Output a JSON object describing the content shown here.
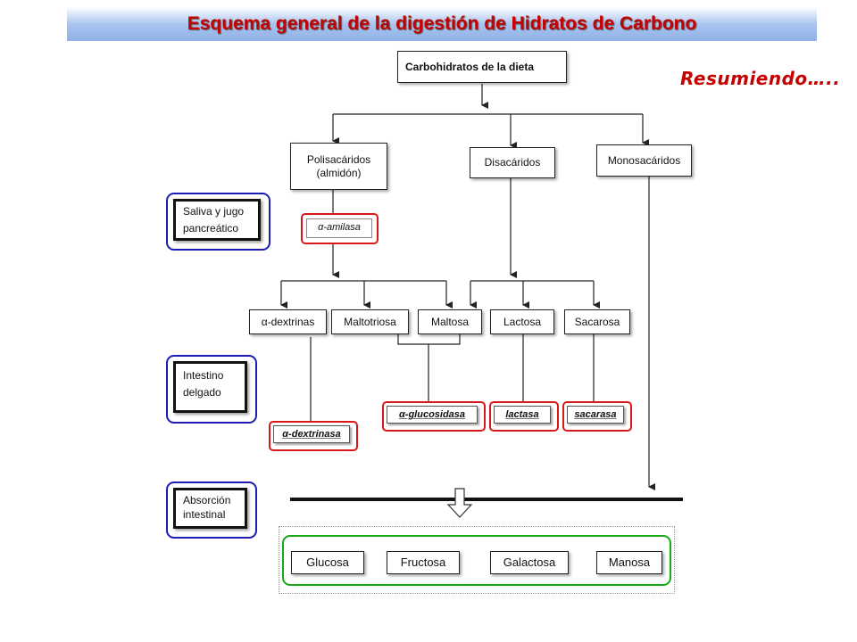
{
  "header": {
    "title": "Esquema general de la digestión de Hidratos de Carbono"
  },
  "summary_label": "Resumiendo…..",
  "diagram": {
    "root": "Carbohidratos de la dieta",
    "level1": {
      "polisacaridos": "Polisacáridos (almidón)",
      "disacaridos": "Disacáridos",
      "monosacaridos": "Monosacáridos"
    },
    "amylase": "α-amilasa",
    "level2": {
      "dextrinas": "α-dextrinas",
      "maltotriosa": "Maltotriosa",
      "maltosa": "Maltosa",
      "lactosa": "Lactosa",
      "sacarosa": "Sacarosa"
    },
    "enzymes": {
      "dextrinasa": "α-dextrinasa",
      "glucosidasa": "α-glucosidasa",
      "lactasa": "lactasa",
      "sacarasa": "sacarasa"
    },
    "products": [
      "Glucosa",
      "Fructosa",
      "Galactosa",
      "Manosa"
    ]
  },
  "stages": {
    "saliva": "Saliva y jugo pancreático",
    "intestino": "Intestino delgado",
    "absorcion": "Absorción intestinal"
  },
  "colors": {
    "title_red": "#c40000",
    "stage_frame_blue": "#1d1db5",
    "enzyme_frame_red": "#d81818",
    "product_frame_green": "#18a818"
  }
}
